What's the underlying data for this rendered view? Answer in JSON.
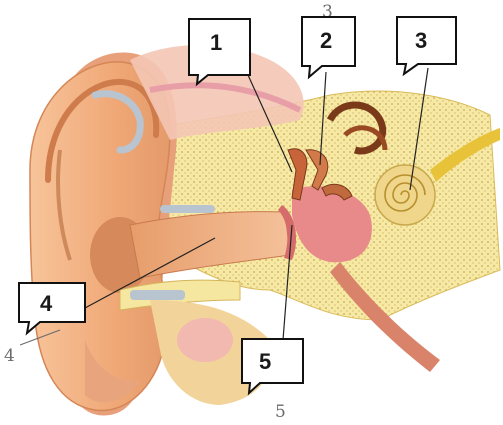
{
  "diagram": {
    "callouts": [
      {
        "id": "1",
        "label": "1"
      },
      {
        "id": "2",
        "label": "2"
      },
      {
        "id": "3",
        "label": "3"
      },
      {
        "id": "4",
        "label": "4"
      },
      {
        "id": "5",
        "label": "5"
      }
    ],
    "handwritten_marks": [
      "3",
      "4",
      "5"
    ],
    "colors": {
      "skin": "#f3b98a",
      "skin_shadow": "#d98a5b",
      "bone": "#f6e7a0",
      "bone_dots": "#c9a94e",
      "cartilage": "#b8c4cf",
      "tympanic": "#e98a8a",
      "cochlea": "#e9c96a",
      "nerve": "#e8c33a",
      "outline": "#111111"
    }
  }
}
